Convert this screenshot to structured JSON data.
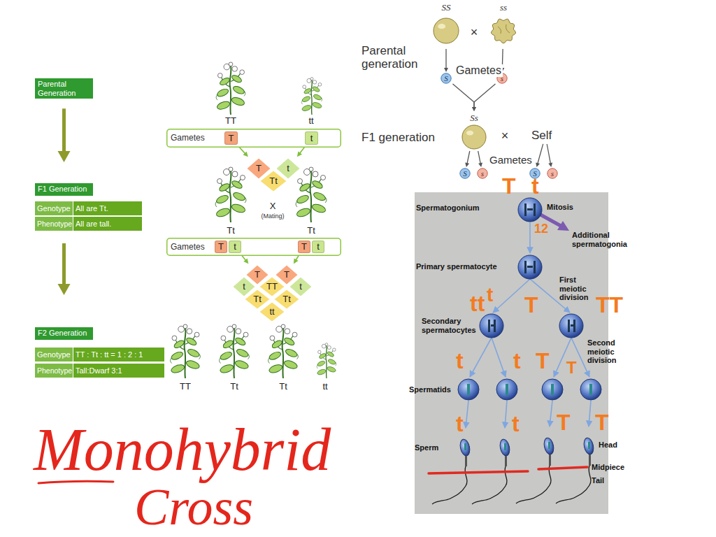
{
  "diagram": {
    "nodes": [
      {
        "text": [
          "Parental Generation"
        ]
      },
      {
        "text": [
          "F1 Generation"
        ]
      },
      {
        "text": [
          "F2 Generation"
        ]
      },
      {
        "text": [
          "Gametes"
        ]
      },
      {
        "text": [
          "T"
        ],
        "in": 3
      },
      {
        "text": [
          "t"
        ],
        "in": 3
      },
      {
        "text": [
          "T"
        ]
      },
      {
        "text": [
          "t"
        ]
      },
      {
        "text": [
          "Tt"
        ]
      },
      {
        "text": [
          "Gametes"
        ]
      },
      {
        "text": [
          "T"
        ],
        "in": 9
      },
      {
        "text": [
          "t"
        ],
        "in": 9
      },
      {
        "text": [
          "T"
        ],
        "in": 9
      },
      {
        "text": [
          "t"
        ],
        "in": 9
      },
      {
        "text": [
          "T"
        ]
      },
      {
        "text": [
          "T"
        ]
      },
      {
        "text": [
          "t"
        ]
      },
      {
        "text": [
          "TT"
        ]
      },
      {
        "text": [
          "t"
        ]
      },
      {
        "text": [
          "Tt"
        ]
      },
      {
        "text": [
          "Tt"
        ]
      },
      {
        "text": [
          "tt"
        ]
      },
      {
        "text": [
          "SS"
        ]
      },
      {
        "text": [
          "ss"
        ]
      },
      {
        "text": [
          "S"
        ]
      },
      {
        "text": [
          "s"
        ]
      },
      {
        "text": [
          "Ss"
        ]
      },
      {
        "text": [
          "Self"
        ]
      },
      {
        "text": [
          "S"
        ]
      },
      {
        "text": [
          "s"
        ]
      },
      {
        "text": [
          "S"
        ]
      },
      {
        "text": [
          "s"
        ]
      }
    ],
    "edges": [
      {
        "from": 0,
        "to": 1,
        "arrow": "to"
      },
      {
        "from": 1,
        "to": 2,
        "arrow": "to"
      },
      {
        "from": 4,
        "to": 6,
        "arrow": "to"
      },
      {
        "from": 5,
        "to": 7,
        "arrow": "to"
      },
      {
        "from": 11,
        "to": 14,
        "arrow": "to"
      },
      {
        "from": 12,
        "to": 15,
        "arrow": "to"
      },
      {
        "from": 22,
        "to": 24,
        "arrow": "to"
      },
      {
        "from": 23,
        "to": 25,
        "arrow": "to"
      },
      {
        "from": 24,
        "to": 26,
        "arrow": "to"
      },
      {
        "from": 25,
        "to": 26,
        "arrow": "to"
      },
      {
        "from": 26,
        "to": 28,
        "arrow": "to"
      },
      {
        "from": 26,
        "to": 29,
        "arrow": "to"
      },
      {
        "from": 27,
        "to": 30,
        "arrow": "to"
      },
      {
        "from": 27,
        "to": 31,
        "arrow": "to"
      }
    ],
    "labels": [
      "Genotype",
      "All are Tt.",
      "Phenotype",
      "All are tall.",
      "Genotype",
      "TT : Tt : tt = 1 : 2 : 1",
      "Phenotype",
      "Tall:Dwarf 3:1",
      "Monohybrid",
      "Cross",
      "TT",
      "tt",
      "X",
      "(Mating)",
      "Tt",
      "Tt",
      "TT",
      "Tt",
      "Tt",
      "tt",
      "Parental generation",
      "×",
      "Gametes",
      "F1 generation",
      "×",
      "Gametes",
      "Spermatogonium",
      "Mitosis",
      "Additional spermatogonia",
      "Primary spermatocyte",
      "First meiotic division",
      "Secondary spermatocytes",
      "Second meiotic division",
      "Spermatids",
      "Sperm",
      "Head",
      "Midpiece",
      "Tail",
      "T",
      "t",
      "12",
      "tt",
      "t",
      "T",
      "TT",
      "t",
      "t",
      "T",
      "T",
      "t",
      "t",
      "T",
      "T"
    ]
  }
}
